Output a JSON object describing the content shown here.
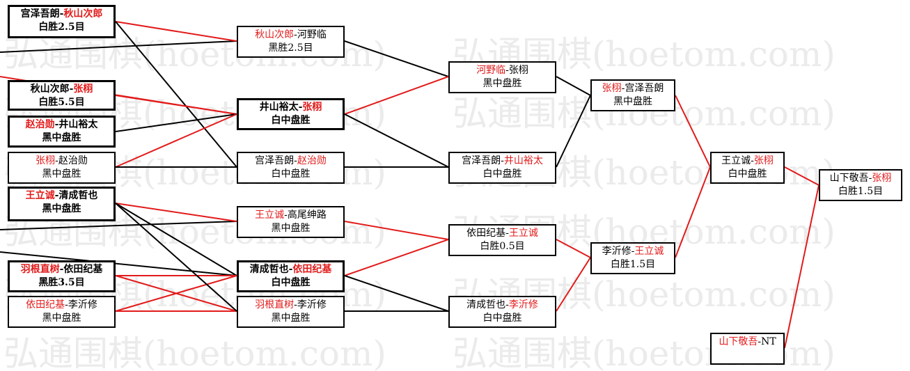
{
  "watermark": "弘通围棋(hoetom.com)",
  "colors": {
    "winner": "#e21a1a",
    "text": "#000000",
    "loser_line": "#000000"
  },
  "matches": [
    {
      "id": "m1",
      "p1": "宫泽吾朗",
      "p2": "秋山次郎",
      "winner": 2,
      "result": "白胜2.5目",
      "bold": true
    },
    {
      "id": "m2",
      "p1": "秋山次郎",
      "p2": "张栩",
      "winner": 2,
      "result": "白胜5.5目",
      "bold": true
    },
    {
      "id": "m3",
      "p1": "赵治勋",
      "p2": "井山裕太",
      "winner": 1,
      "result": "黑中盘胜",
      "bold": true
    },
    {
      "id": "m4",
      "p1": "张栩",
      "p2": "赵治勋",
      "winner": 1,
      "result": "黑中盘胜",
      "bold": false
    },
    {
      "id": "m5",
      "p1": "王立诚",
      "p2": "清成哲也",
      "winner": 1,
      "result": "黑中盘胜",
      "bold": true
    },
    {
      "id": "m6",
      "p1": "羽根直树",
      "p2": "依田纪基",
      "winner": 1,
      "result": "黑胜3.5目",
      "bold": true
    },
    {
      "id": "m7",
      "p1": "依田纪基",
      "p2": "李沂修",
      "winner": 1,
      "result": "黑中盘胜",
      "bold": false
    },
    {
      "id": "m8",
      "p1": "秋山次郎",
      "p2": "河野临",
      "winner": 1,
      "result": "黑胜2.5目",
      "bold": false
    },
    {
      "id": "m9",
      "p1": "井山裕太",
      "p2": "张栩",
      "winner": 2,
      "result": "白中盘胜",
      "bold": true
    },
    {
      "id": "m10",
      "p1": "宫泽吾朗",
      "p2": "赵治勋",
      "winner": 2,
      "result": "白中盘胜",
      "bold": false
    },
    {
      "id": "m11",
      "p1": "王立诚",
      "p2": "高尾绅路",
      "winner": 1,
      "result": "黑中盘胜",
      "bold": false
    },
    {
      "id": "m12",
      "p1": "清成哲也",
      "p2": "依田纪基",
      "winner": 2,
      "result": "白中盘胜",
      "bold": true
    },
    {
      "id": "m13",
      "p1": "羽根直树",
      "p2": "李沂修",
      "winner": 1,
      "result": "黑中盘胜",
      "bold": false
    },
    {
      "id": "m14",
      "p1": "河野临",
      "p2": "张栩",
      "winner": 1,
      "result": "黑中盘胜",
      "bold": false
    },
    {
      "id": "m15",
      "p1": "宫泽吾朗",
      "p2": "井山裕太",
      "winner": 2,
      "result": "白中盘胜",
      "bold": false
    },
    {
      "id": "m16",
      "p1": "依田纪基",
      "p2": "王立诚",
      "winner": 2,
      "result": "白胜0.5目",
      "bold": false
    },
    {
      "id": "m17",
      "p1": "清成哲也",
      "p2": "李沂修",
      "winner": 2,
      "result": "白中盘胜",
      "bold": false
    },
    {
      "id": "m18",
      "p1": "张栩",
      "p2": "宫泽吾朗",
      "winner": 1,
      "result": "黑中盘胜",
      "bold": false
    },
    {
      "id": "m19",
      "p1": "李沂修",
      "p2": "王立诚",
      "winner": 2,
      "result": "白胜1.5目",
      "bold": false
    },
    {
      "id": "m20",
      "p1": "王立诚",
      "p2": "张栩",
      "winner": 2,
      "result": "白中盘胜",
      "bold": false
    },
    {
      "id": "m21",
      "p1": "山下敬吾",
      "p2": "张栩",
      "winner": 2,
      "result": "白胜1.5目",
      "bold": false
    },
    {
      "id": "m22",
      "p1": "山下敬吾",
      "p2": "NT",
      "winner": 1,
      "result": "",
      "bold": false
    }
  ]
}
